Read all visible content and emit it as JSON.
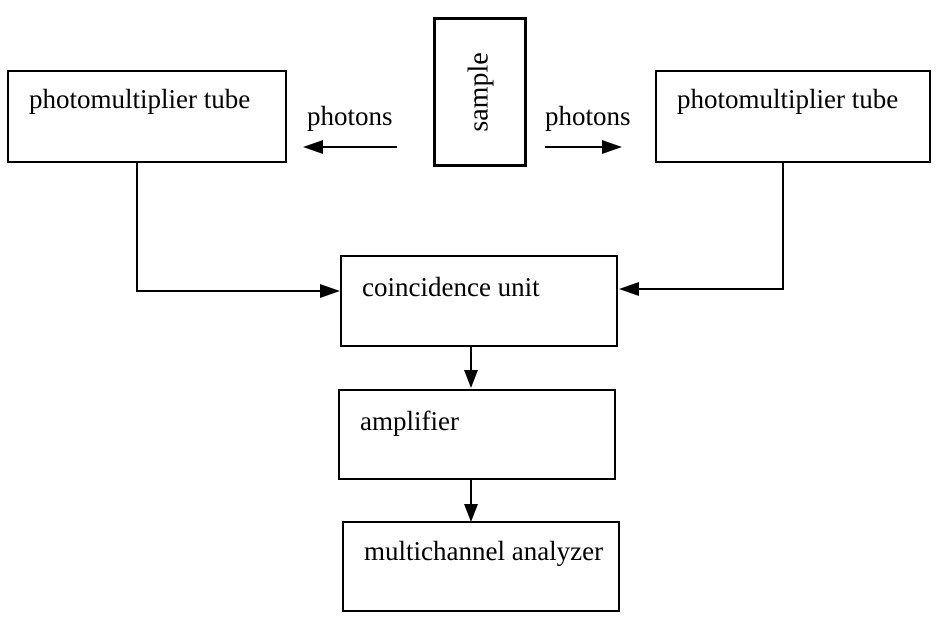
{
  "diagram": {
    "type": "block-diagram",
    "boxes": {
      "left_pmt": {
        "label": "photomultiplier tube"
      },
      "sample": {
        "label": "sample"
      },
      "right_pmt": {
        "label": "photomultiplier tube"
      },
      "coincidence": {
        "label": "coincidence unit"
      },
      "amplifier": {
        "label": "amplifier"
      },
      "multichannel": {
        "label": "multichannel analyzer"
      }
    },
    "labels": {
      "photons_left": "photons",
      "photons_right": "photons"
    },
    "connections": [
      {
        "from": "sample",
        "to": "left_pmt",
        "label": "photons",
        "direction": "left"
      },
      {
        "from": "sample",
        "to": "right_pmt",
        "label": "photons",
        "direction": "right"
      },
      {
        "from": "left_pmt",
        "to": "coincidence",
        "label": ""
      },
      {
        "from": "right_pmt",
        "to": "coincidence",
        "label": ""
      },
      {
        "from": "coincidence",
        "to": "amplifier",
        "label": ""
      },
      {
        "from": "amplifier",
        "to": "multichannel",
        "label": ""
      }
    ],
    "colors": {
      "background": "#ffffff",
      "line": "#000000",
      "text": "#000000"
    }
  }
}
